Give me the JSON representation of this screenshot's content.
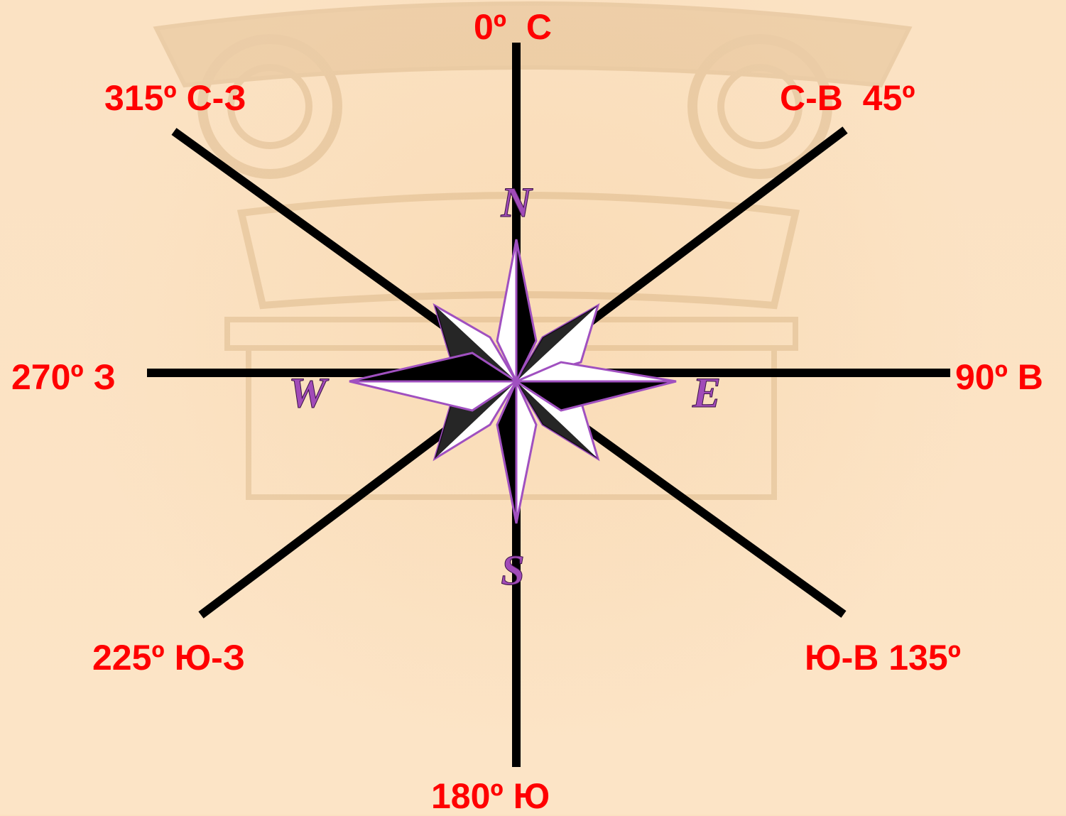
{
  "colors": {
    "label": "#ff0000",
    "line": "#000000",
    "rose_outline": "#a050c0",
    "background": "#fbe1c1"
  },
  "labels": {
    "north": "0º  С",
    "northeast": "С-В  45º",
    "east": "90º В",
    "southeast": "Ю-В 135º",
    "south": "180º Ю",
    "southwest": "225º Ю-З",
    "west": "270º З",
    "northwest": "315º С-З"
  },
  "compass_rose": {
    "n": "N",
    "e": "E",
    "s": "S",
    "w": "W"
  }
}
